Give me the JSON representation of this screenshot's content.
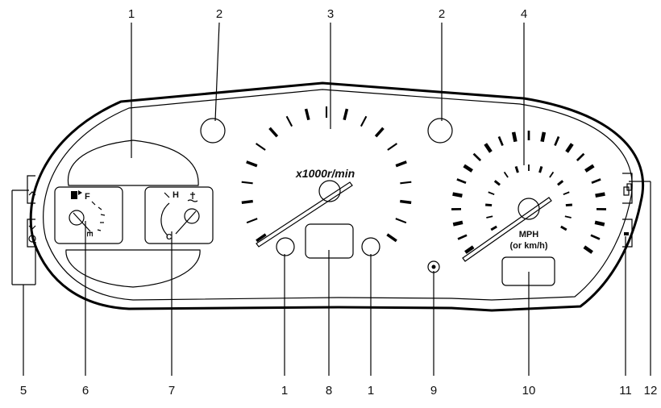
{
  "callouts": {
    "c1_top": "1",
    "c2_left": "2",
    "c3": "3",
    "c2_right": "2",
    "c4": "4",
    "c5": "5",
    "c6": "6",
    "c7": "7",
    "c1_bottom_left": "1",
    "c8": "8",
    "c1_bottom_right": "1",
    "c9": "9",
    "c10": "10",
    "c11": "11",
    "c12": "12"
  },
  "gauges": {
    "tach_unit": "x1000r/min",
    "speed_unit_line1": "MPH",
    "speed_unit_line2": "(or km/h)",
    "fuel_full": "F",
    "fuel_empty": "E",
    "temp_hot": "H",
    "temp_cold": "C"
  }
}
